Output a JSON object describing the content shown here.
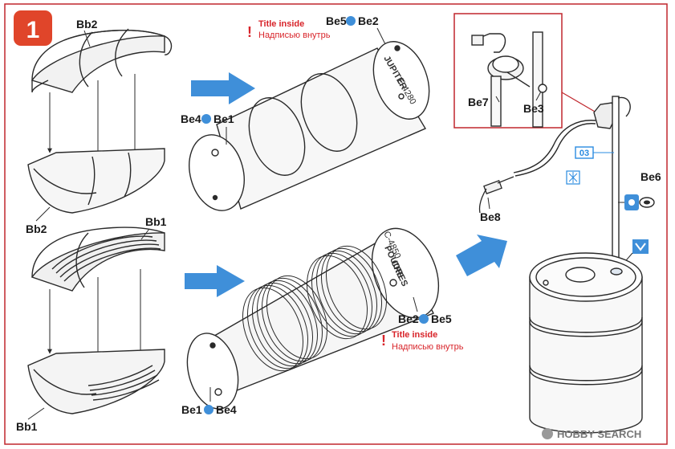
{
  "step": {
    "number": "1"
  },
  "labels": {
    "bb2_top": "Bb2",
    "bb2_bottom": "Bb2",
    "bb1_top": "Bb1",
    "bb1_bottom": "Bb1",
    "be4_be1_top": "Be4",
    "be1_top": "Be1",
    "be5_top": "Be5",
    "be2_top": "Be2",
    "be2_bottom": "Be2",
    "be5_bottom": "Be5",
    "be1_bottom": "Be1",
    "be4_bottom": "Be4",
    "be7": "Be7",
    "be3": "Be3",
    "be8": "Be8",
    "be6": "Be6",
    "callout_03": "03"
  },
  "notes": {
    "title_inside_en": "Title inside",
    "title_inside_ru": "Надписью внутрь"
  },
  "barrels": {
    "top_brand": "JUPITER",
    "top_code": "E-4280",
    "bottom_line1": "POUDRES",
    "bottom_line2": "CRE",
    "bottom_small": "C-4850"
  },
  "watermark": "HOBBY SEARCH",
  "colors": {
    "step_badge": "#e0452a",
    "note_red": "#d8242a",
    "arrow_blue": "#3f8fd9",
    "callout_blue": "#2a8be0",
    "inset_border": "#c0272d",
    "line": "#2a2a2a"
  },
  "icons": [
    "glue-icon",
    "glue-icon",
    "glue-icon",
    "glue-icon",
    "glue-icon",
    "cut-icon",
    "drill-icon",
    "paint-icon"
  ]
}
